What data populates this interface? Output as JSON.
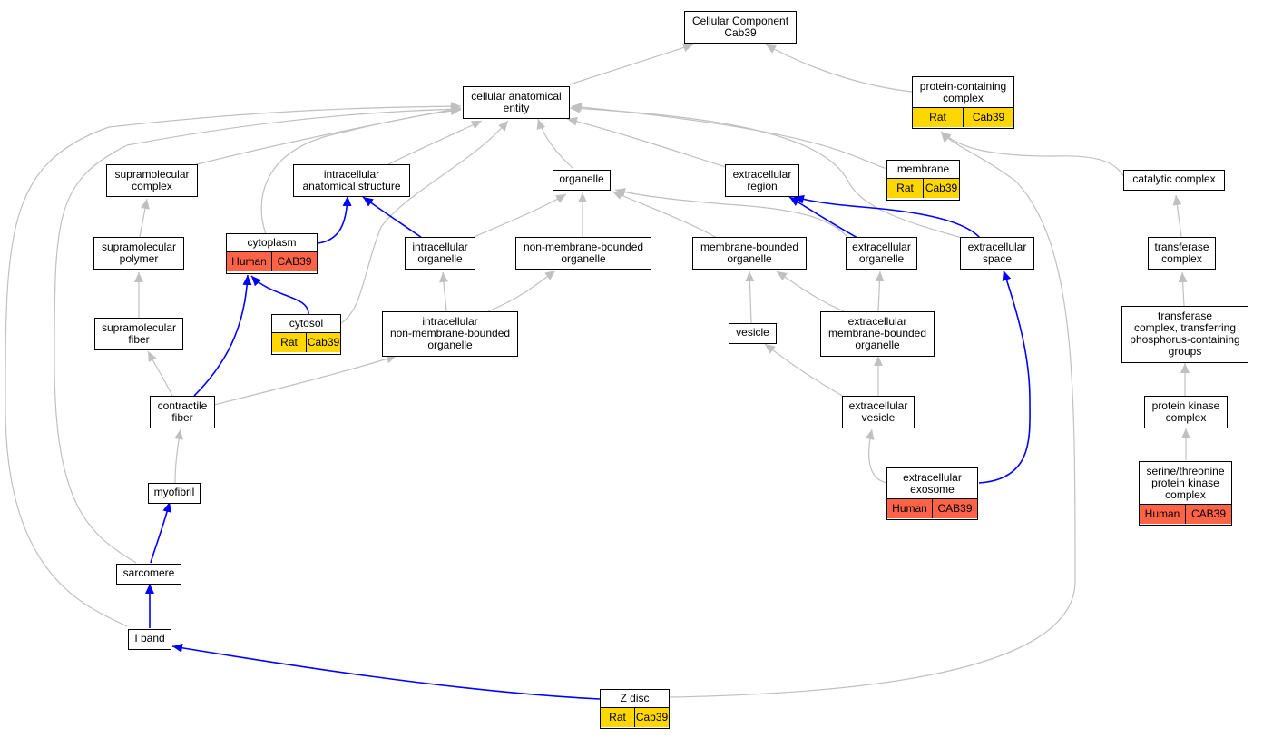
{
  "colors": {
    "gray_edge": "#c0c0c0",
    "blue_edge": "#0000ff",
    "rat": "#ffd700",
    "human": "#ff6347"
  },
  "nodes": {
    "cellular_component": {
      "label": "Cellular Component\nCab39"
    },
    "cellular_anatomical_entity": {
      "label": "cellular anatomical\nentity"
    },
    "protein_containing_complex": {
      "label": "protein-containing\ncomplex",
      "species": "Rat",
      "gene": "Cab39"
    },
    "supramolecular_complex": {
      "label": "supramolecular\ncomplex"
    },
    "intracellular_anatomical_structure": {
      "label": "intracellular\nanatomical structure"
    },
    "organelle": {
      "label": "organelle"
    },
    "extracellular_region": {
      "label": "extracellular\nregion"
    },
    "membrane": {
      "label": "membrane",
      "species": "Rat",
      "gene": "Cab39"
    },
    "catalytic_complex": {
      "label": "catalytic complex"
    },
    "supramolecular_polymer": {
      "label": "supramolecular\npolymer"
    },
    "cytoplasm": {
      "label": "cytoplasm",
      "species": "Human",
      "gene": "CAB39"
    },
    "intracellular_organelle": {
      "label": "intracellular\norganelle"
    },
    "non_membrane_bounded_organelle": {
      "label": "non-membrane-bounded\norganelle"
    },
    "membrane_bounded_organelle": {
      "label": "membrane-bounded\norganelle"
    },
    "extracellular_organelle": {
      "label": "extracellular\norganelle"
    },
    "extracellular_space": {
      "label": "extracellular\nspace"
    },
    "transferase_complex": {
      "label": "transferase\ncomplex"
    },
    "supramolecular_fiber": {
      "label": "supramolecular\nfiber"
    },
    "cytosol": {
      "label": "cytosol",
      "species": "Rat",
      "gene": "Cab39"
    },
    "intracellular_nmb_organelle": {
      "label": "intracellular\nnon-membrane-bounded\norganelle"
    },
    "vesicle": {
      "label": "vesicle"
    },
    "extracellular_mb_organelle": {
      "label": "extracellular\nmembrane-bounded\norganelle"
    },
    "transferase_complex_phospho": {
      "label": "transferase\ncomplex, transferring\nphosphorus-containing\ngroups"
    },
    "contractile_fiber": {
      "label": "contractile\nfiber"
    },
    "extracellular_vesicle": {
      "label": "extracellular\nvesicle"
    },
    "protein_kinase_complex": {
      "label": "protein kinase\ncomplex"
    },
    "extracellular_exosome": {
      "label": "extracellular\nexosome",
      "species": "Human",
      "gene": "CAB39"
    },
    "serine_threonine_pkc": {
      "label": "serine/threonine\nprotein kinase\ncomplex",
      "species": "Human",
      "gene": "CAB39"
    },
    "myofibril": {
      "label": "myofibril"
    },
    "sarcomere": {
      "label": "sarcomere"
    },
    "i_band": {
      "label": "I band"
    },
    "z_disc": {
      "label": "Z disc",
      "species": "Rat",
      "gene": "Cab39"
    }
  }
}
